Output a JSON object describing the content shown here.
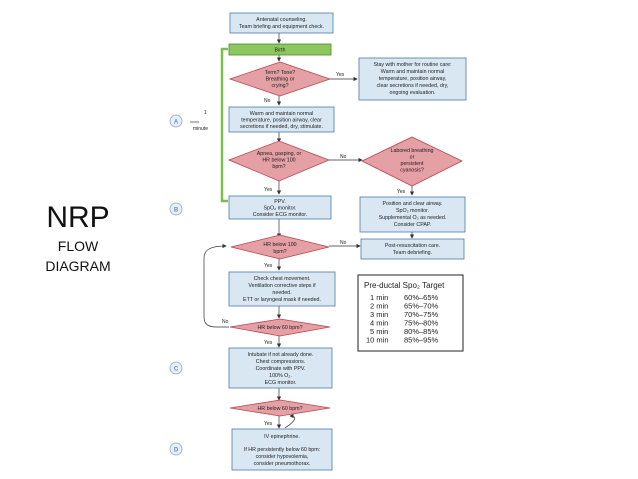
{
  "side_title": {
    "line1": "NRP",
    "line2": "FLOW",
    "line3": "DIAGRAM"
  },
  "boxes": {
    "antenatal": [
      "Antenatal counseling.",
      "Team briefing and equipment check."
    ],
    "birth": "Birth",
    "routine": [
      "Stay with mother for routine care:",
      "Warm and maintain normal",
      "temperature, position airway,",
      "clear secretions if needed, dry,",
      "ongoing evaluation."
    ],
    "warm": [
      "Warm and maintain normal",
      "temperature, position airway, clear",
      "secretions if needed, dry, stimulate."
    ],
    "ppv": [
      "PPV.",
      "SpO₂ monitor.",
      "Consider ECG monitor."
    ],
    "position": [
      "Position and clear airway.",
      "SpO₂ monitor.",
      "Supplemental O₂ as needed.",
      "Consider CPAP."
    ],
    "post": [
      "Post-resuscitation care.",
      "Team debriefing."
    ],
    "check": [
      "Check chest movement.",
      "Ventilation corrective steps if",
      "needed.",
      "ETT or laryngeal mask if needed."
    ],
    "intubate": [
      "Intubate if not already done.",
      "Chest compressions.",
      "Coordinate with PPV.",
      "100% O₂.",
      "ECG monitor."
    ],
    "epi": [
      "IV epinephrine.",
      "",
      "If HR persistently below 60 bpm:",
      "consider hypovolemia,",
      "consider pneumothorax."
    ]
  },
  "diamonds": {
    "term": [
      "Term? Tone?",
      "Breathing or",
      "crying?"
    ],
    "apnea": [
      "Apnea, gasping, or",
      "HR below 100",
      "bpm?"
    ],
    "labored": [
      "Labored breathing",
      "or",
      "persistent",
      "cyanosis?"
    ],
    "hr100": [
      "HR below 100",
      "bpm?"
    ],
    "hr60a": "HR below 60 bpm?",
    "hr60b": "HR below 60 bpm?"
  },
  "labels": {
    "yes": "Yes",
    "no": "No",
    "one": "1",
    "minute": "minute"
  },
  "letters": [
    "A",
    "B",
    "C",
    "D"
  ],
  "spo2_table": {
    "title": "Pre-ductal Spo₂ Target",
    "rows": [
      {
        "time": "1 min",
        "range": "60%–65%"
      },
      {
        "time": "2 min",
        "range": "65%–70%"
      },
      {
        "time": "3 min",
        "range": "70%–75%"
      },
      {
        "time": "4 min",
        "range": "75%–80%"
      },
      {
        "time": "5 min",
        "range": "80%–85%"
      },
      {
        "time": "10 min",
        "range": "85%–95%"
      }
    ]
  },
  "colors": {
    "box_fill": "#d9e7f3",
    "box_stroke": "#4c7aa6",
    "diamond_fill": "#e4a0a4",
    "birth_green": "#7cbd4c"
  }
}
